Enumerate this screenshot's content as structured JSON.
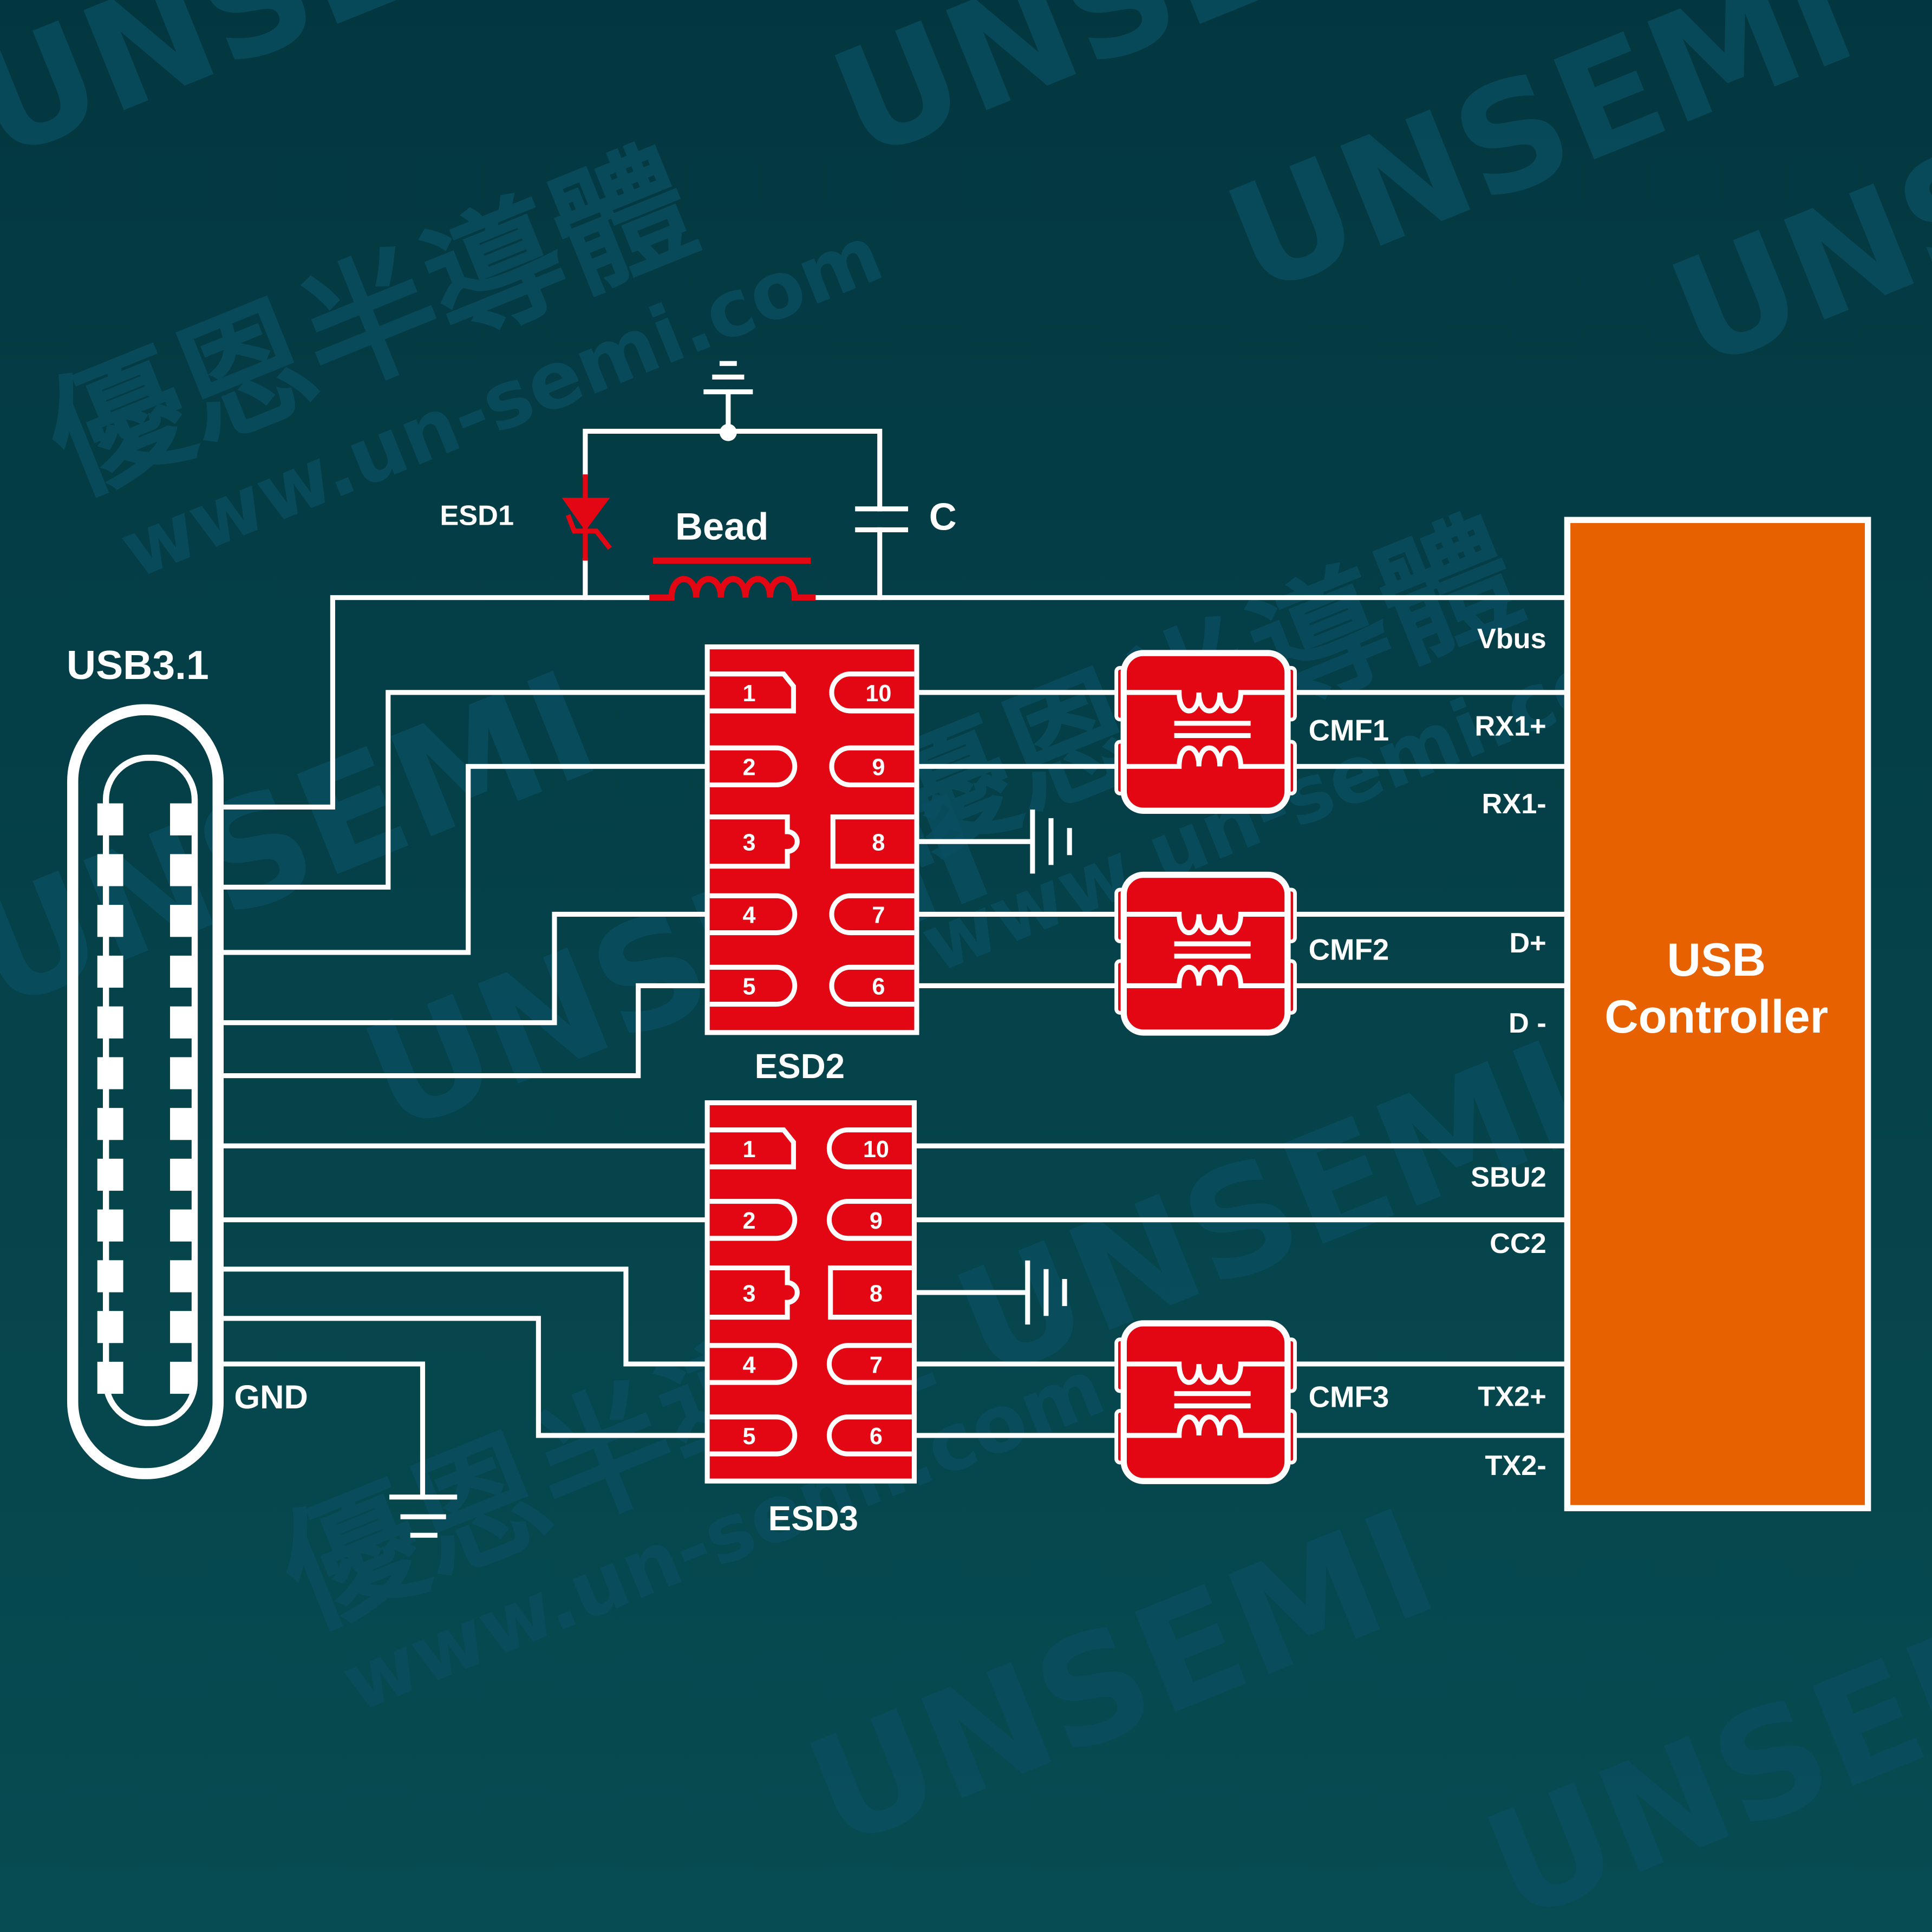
{
  "colors": {
    "background_top": "#033740",
    "background_bottom": "#074c52",
    "wire": "#ffffff",
    "component_red": "#e30613",
    "controller_orange": "#e86100",
    "watermark": "#0a4f62"
  },
  "watermark": {
    "logo_text": "UNSEMI",
    "chinese_text": "優恩半導體",
    "url_text": "www.un-semi.com"
  },
  "connector": {
    "label": "USB3.1",
    "gnd_label": "GND",
    "pin_rows": 12
  },
  "vbus_filter": {
    "esd_label": "ESD1",
    "bead_label": "Bead",
    "cap_label": "C"
  },
  "esd_arrays": [
    {
      "label": "ESD2",
      "pins_left": [
        "1",
        "2",
        "3",
        "4",
        "5"
      ],
      "pins_right": [
        "10",
        "9",
        "8",
        "7",
        "6"
      ]
    },
    {
      "label": "ESD3",
      "pins_left": [
        "1",
        "2",
        "3",
        "4",
        "5"
      ],
      "pins_right": [
        "10",
        "9",
        "8",
        "7",
        "6"
      ]
    }
  ],
  "cmfs": [
    {
      "label": "CMF1"
    },
    {
      "label": "CMF2"
    },
    {
      "label": "CMF3"
    }
  ],
  "controller": {
    "line1": "USB",
    "line2": "Controller"
  },
  "signals": [
    "Vbus",
    "RX1+",
    "RX1-",
    "D+",
    "D -",
    "SBU2",
    "CC2",
    "TX2+",
    "TX2-"
  ]
}
